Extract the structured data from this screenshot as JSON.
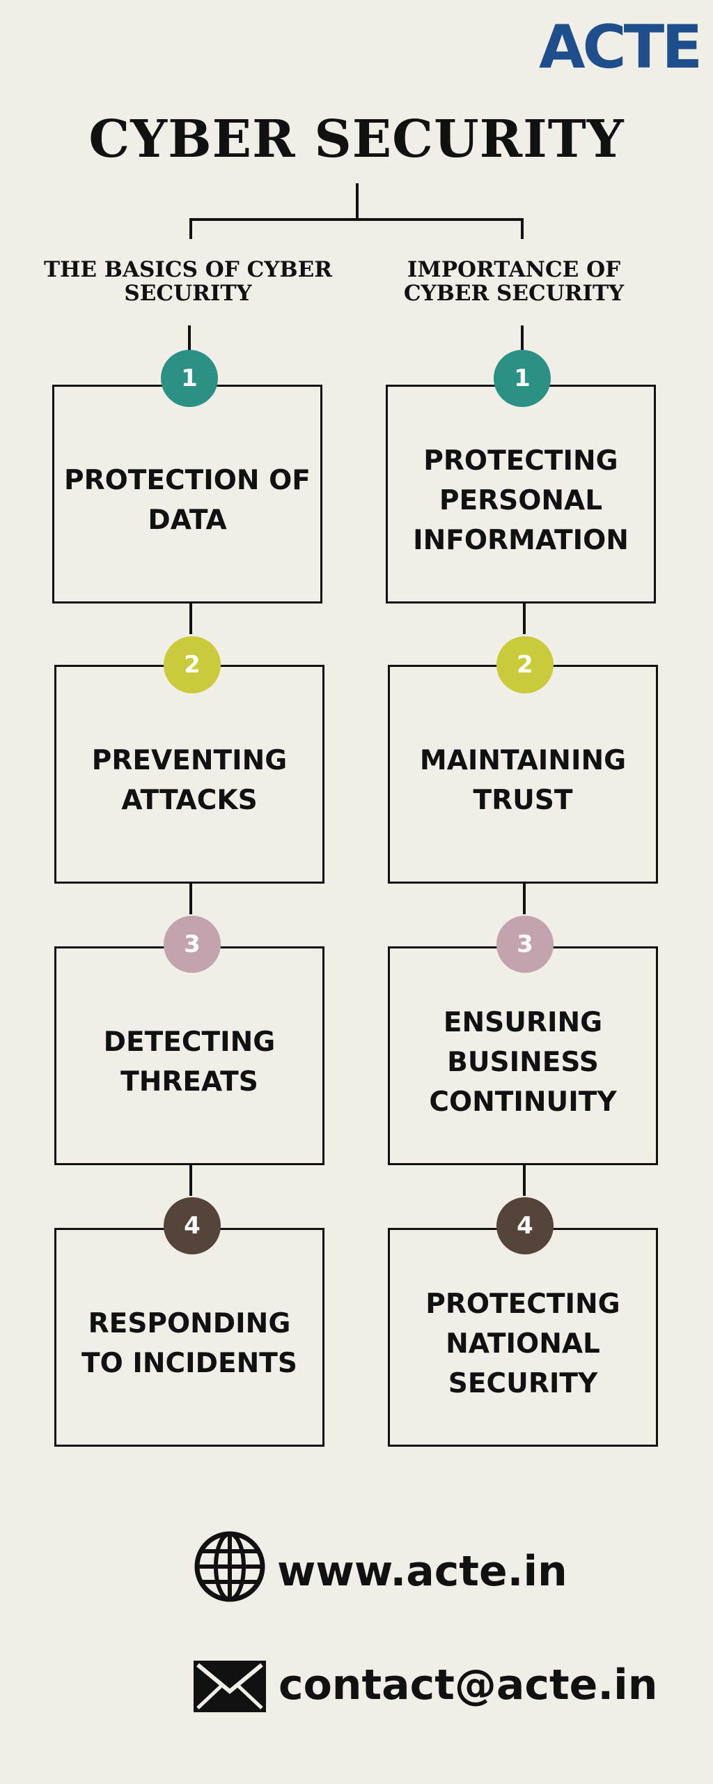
{
  "brand": {
    "logo_text": "ACTE",
    "color": "#1f4e8c"
  },
  "title": "CYBER SECURITY",
  "columns": [
    {
      "heading": "THE BASICS OF CYBER SECURITY",
      "items": [
        {
          "number": "1",
          "label": "PROTECTION OF DATA",
          "badge_color": "#2a9184"
        },
        {
          "number": "2",
          "label": "PREVENTING ATTACKS",
          "badge_color": "#c9cb3b"
        },
        {
          "number": "3",
          "label": "DETECTING THREATS",
          "badge_color": "#c3a3ad"
        },
        {
          "number": "4",
          "label": "RESPONDING TO INCIDENTS",
          "badge_color": "#55443a"
        }
      ]
    },
    {
      "heading": "IMPORTANCE OF CYBER SECURITY",
      "items": [
        {
          "number": "1",
          "label": "PROTECTING PERSONAL INFORMATION",
          "badge_color": "#2a9184"
        },
        {
          "number": "2",
          "label": "MAINTAINING TRUST",
          "badge_color": "#c9cb3b"
        },
        {
          "number": "3",
          "label": "ENSURING BUSINESS CONTINUITY",
          "badge_color": "#c3a3ad"
        },
        {
          "number": "4",
          "label": "PROTECTING NATIONAL SECURITY",
          "badge_color": "#55443a"
        }
      ]
    }
  ],
  "contact": {
    "website": "www.acte.in",
    "email": "contact@acte.in",
    "website_icon": "globe-icon",
    "email_icon": "envelope-icon"
  }
}
